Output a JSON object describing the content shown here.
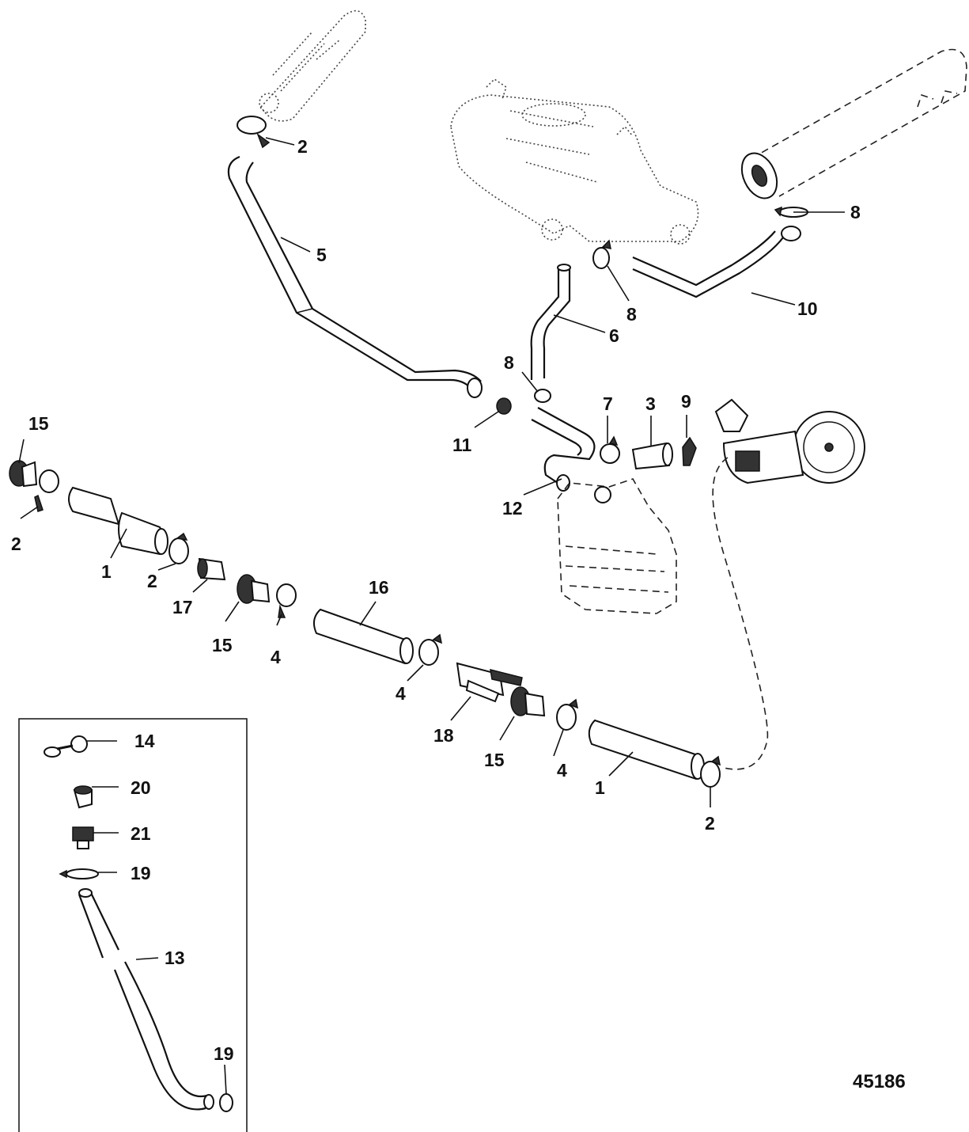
{
  "figure_number": "45186",
  "callouts": [
    {
      "id": "c2a",
      "label": "2"
    },
    {
      "id": "c5",
      "label": "5"
    },
    {
      "id": "c8a",
      "label": "8"
    },
    {
      "id": "c10",
      "label": "10"
    },
    {
      "id": "c8b",
      "label": "8"
    },
    {
      "id": "c6",
      "label": "6"
    },
    {
      "id": "c8c",
      "label": "8"
    },
    {
      "id": "c11",
      "label": "11"
    },
    {
      "id": "c7",
      "label": "7"
    },
    {
      "id": "c3",
      "label": "3"
    },
    {
      "id": "c9",
      "label": "9"
    },
    {
      "id": "c12",
      "label": "12"
    },
    {
      "id": "c15a",
      "label": "15"
    },
    {
      "id": "c2b",
      "label": "2"
    },
    {
      "id": "c1a",
      "label": "1"
    },
    {
      "id": "c2c",
      "label": "2"
    },
    {
      "id": "c17",
      "label": "17"
    },
    {
      "id": "c15b",
      "label": "15"
    },
    {
      "id": "c4a",
      "label": "4"
    },
    {
      "id": "c16",
      "label": "16"
    },
    {
      "id": "c4b",
      "label": "4"
    },
    {
      "id": "c18",
      "label": "18"
    },
    {
      "id": "c15c",
      "label": "15"
    },
    {
      "id": "c4c",
      "label": "4"
    },
    {
      "id": "c1b",
      "label": "1"
    },
    {
      "id": "c2d",
      "label": "2"
    },
    {
      "id": "c14",
      "label": "14"
    },
    {
      "id": "c20",
      "label": "20"
    },
    {
      "id": "c21",
      "label": "21"
    },
    {
      "id": "c19a",
      "label": "19"
    },
    {
      "id": "c13",
      "label": "13"
    },
    {
      "id": "c19b",
      "label": "19"
    }
  ]
}
